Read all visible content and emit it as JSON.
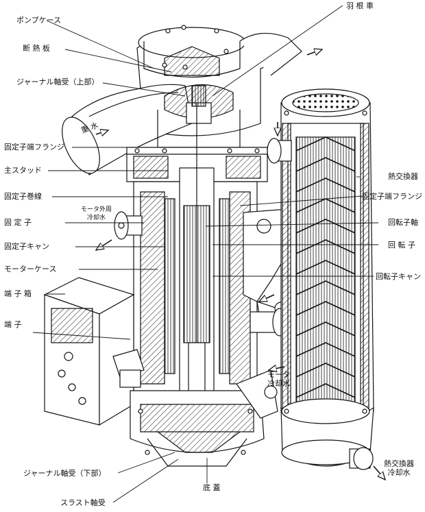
{
  "labels": {
    "pump_case": "ポンプケース",
    "insulation_plate": "断 熱 板",
    "journal_bearing_upper": "ジャーナル軸受（上部）",
    "stator_end_flange_left": "固定子端フランジ",
    "main_stud": "主スタッド",
    "stator_winding": "固定子巻線",
    "stator": "固 定 子",
    "stator_can": "固定子キャン",
    "motor_case": "モーターケース",
    "terminal_box": "端 子 箱",
    "terminal": "端 子",
    "journal_bearing_lower": "ジャーナル軸受（下部）",
    "thrust_bearing": "スラスト軸受",
    "impeller": "羽 根 車",
    "heat_exchanger": "熱交換器",
    "stator_end_flange_right": "固定子端フランジ",
    "rotor_shaft": "回転子軸",
    "rotor": "回 転 子",
    "rotor_can": "回転子キャン",
    "bottom_cover": "底 蓋",
    "motor_jacket_cooling_water": "モータ外周\n冷却水",
    "heavy_water": "重 水",
    "motor_cooling_water": "モータ\n冷却水",
    "hx_cooling_water": "熱交換器\n冷却水"
  },
  "colors": {
    "line": "#111111",
    "background": "#ffffff"
  }
}
